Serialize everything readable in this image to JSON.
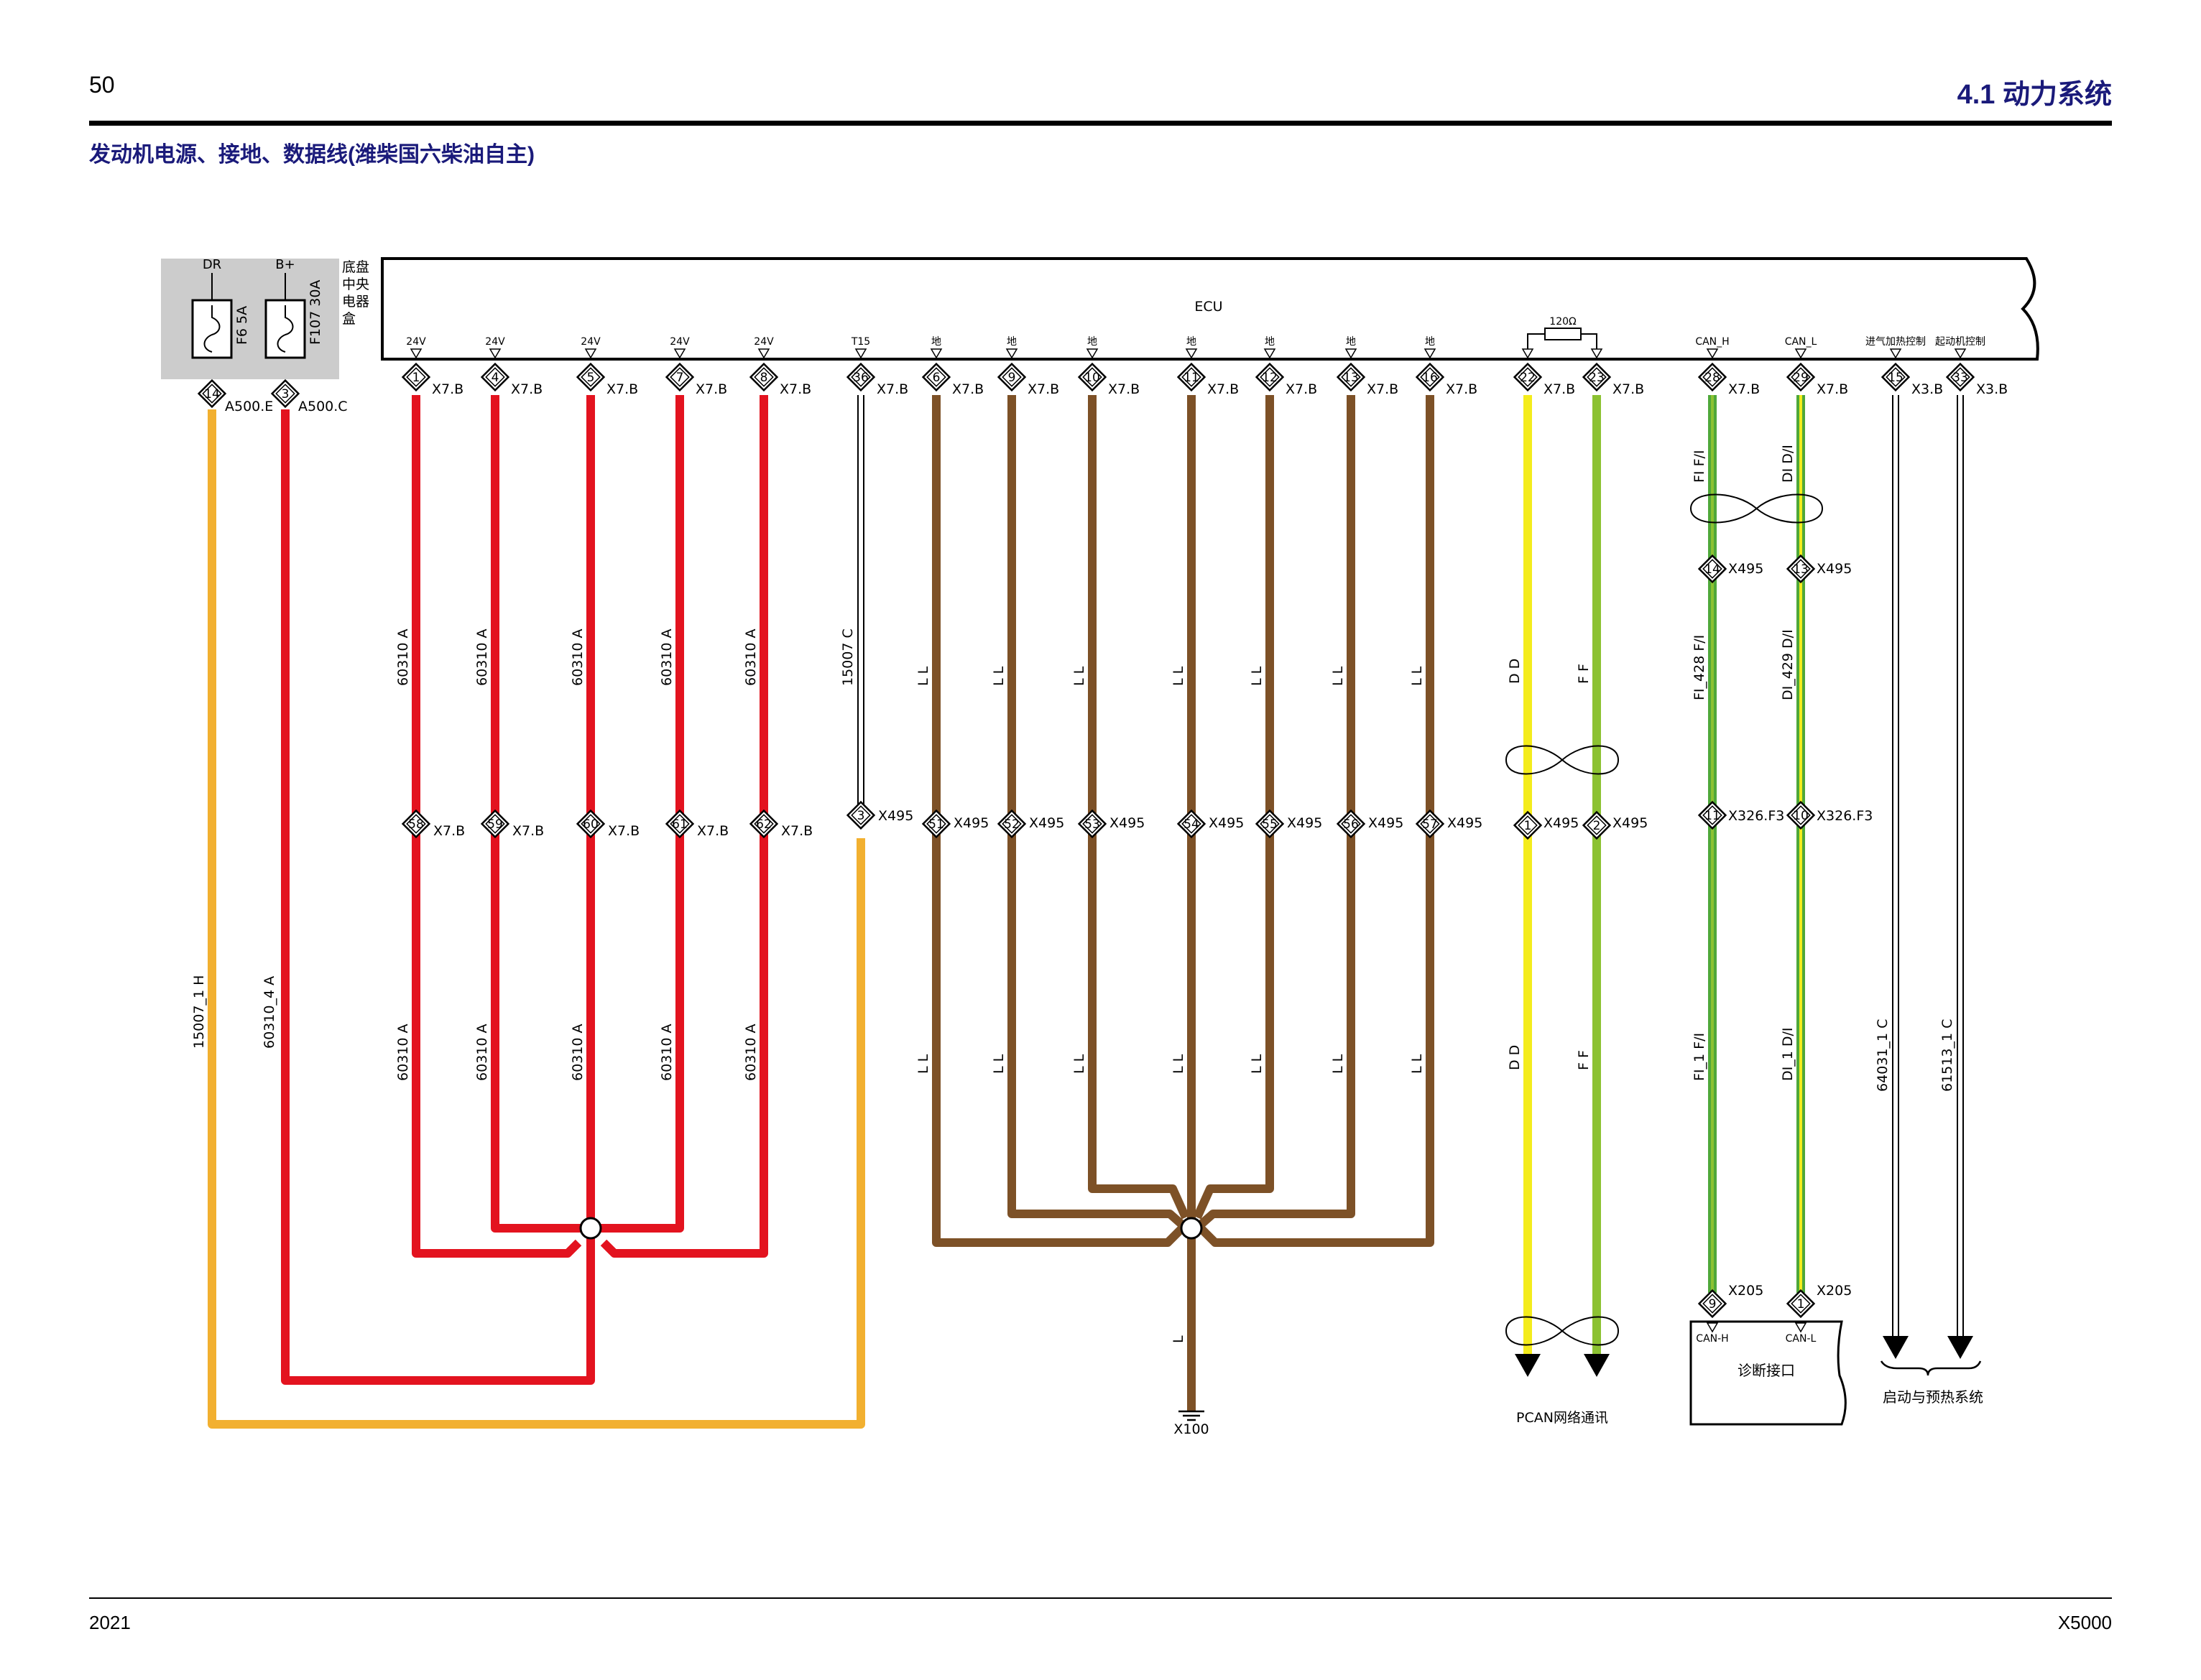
{
  "page": {
    "number": "50",
    "section": "4.1 动力系统",
    "diagram_title": "发动机电源、接地、数据线(潍柴国六柴油自主)",
    "footer_year": "2021",
    "footer_model": "X5000"
  },
  "colors": {
    "red": "#e3131f",
    "orange": "#f2b030",
    "brown": "#7d5127",
    "yellow": "#f4ec1c",
    "green": "#8cc232",
    "can_green": "#4fa83a",
    "gray_box": "#cccccc"
  },
  "fuse_box": {
    "label": "底盘中央电器盒",
    "fuses": [
      {
        "supply": "DR",
        "name": "F6 5A",
        "pin": "14",
        "connector": "A500.E"
      },
      {
        "supply": "B+",
        "name": "F107 30A",
        "pin": "3",
        "connector": "A500.C"
      }
    ]
  },
  "ecu": {
    "label": "ECU",
    "resistor": "120Ω",
    "pins": [
      {
        "fn": "24V",
        "pin": "1",
        "conn": "X7.B"
      },
      {
        "fn": "24V",
        "pin": "4",
        "conn": "X7.B"
      },
      {
        "fn": "24V",
        "pin": "5",
        "conn": "X7.B"
      },
      {
        "fn": "24V",
        "pin": "7",
        "conn": "X7.B"
      },
      {
        "fn": "24V",
        "pin": "8",
        "conn": "X7.B"
      },
      {
        "fn": "T15",
        "pin": "36",
        "conn": "X7.B"
      },
      {
        "fn": "地",
        "pin": "6",
        "conn": "X7.B"
      },
      {
        "fn": "地",
        "pin": "9",
        "conn": "X7.B"
      },
      {
        "fn": "地",
        "pin": "10",
        "conn": "X7.B"
      },
      {
        "fn": "地",
        "pin": "11",
        "conn": "X7.B"
      },
      {
        "fn": "地",
        "pin": "12",
        "conn": "X7.B"
      },
      {
        "fn": "地",
        "pin": "13",
        "conn": "X7.B"
      },
      {
        "fn": "地",
        "pin": "16",
        "conn": "X7.B"
      },
      {
        "fn": "",
        "pin": "22",
        "conn": "X7.B"
      },
      {
        "fn": "",
        "pin": "23",
        "conn": "X7.B"
      },
      {
        "fn": "CAN_H",
        "pin": "28",
        "conn": "X7.B"
      },
      {
        "fn": "CAN_L",
        "pin": "29",
        "conn": "X7.B"
      },
      {
        "fn": "进气加热控制",
        "pin": "15",
        "conn": "X3.B"
      },
      {
        "fn": "起动机控制",
        "pin": "33",
        "conn": "X3.B"
      }
    ]
  },
  "wires": {
    "fuse_left": "15007_1 H",
    "fuse_right": "60310_4 A",
    "power_upper": [
      "60310 A",
      "60310 A",
      "60310 A",
      "60310 A",
      "60310 A"
    ],
    "power_lower": [
      "60310 A",
      "60310 A",
      "60310 A",
      "60310 A",
      "60310 A"
    ],
    "t15_upper": "15007 C",
    "ground_upper": [
      "L L",
      "L L",
      "L L",
      "L L",
      "L L",
      "L L",
      "L L"
    ],
    "ground_lower": [
      "L L",
      "L L",
      "L L",
      "L L",
      "L L",
      "L L",
      "L L"
    ],
    "ground_trunk": "L",
    "pcan_upper": [
      "D D",
      "F F"
    ],
    "pcan_lower": [
      "D D",
      "F F"
    ],
    "can_top": [
      "FI F/I",
      "DI D/I"
    ],
    "can_mid": [
      "FI_428 F/I",
      "DI_429 D/I"
    ],
    "can_low": [
      "FI_1 F/I",
      "DI_1 D/I"
    ],
    "ctrl": [
      "64031_1 C",
      "61513_1 C"
    ]
  },
  "mid_connectors": {
    "power": [
      {
        "pin": "58",
        "conn": "X7.B"
      },
      {
        "pin": "59",
        "conn": "X7.B"
      },
      {
        "pin": "60",
        "conn": "X7.B"
      },
      {
        "pin": "61",
        "conn": "X7.B"
      },
      {
        "pin": "62",
        "conn": "X7.B"
      }
    ],
    "t15": {
      "pin": "3",
      "conn": "X495"
    },
    "ground": [
      {
        "pin": "51",
        "conn": "X495"
      },
      {
        "pin": "52",
        "conn": "X495"
      },
      {
        "pin": "53",
        "conn": "X495"
      },
      {
        "pin": "54",
        "conn": "X495"
      },
      {
        "pin": "55",
        "conn": "X495"
      },
      {
        "pin": "56",
        "conn": "X495"
      },
      {
        "pin": "57",
        "conn": "X495"
      }
    ],
    "pcan": [
      {
        "pin": "1",
        "conn": "X495"
      },
      {
        "pin": "2",
        "conn": "X495"
      }
    ],
    "can_upper": [
      {
        "pin": "14",
        "conn": "X495"
      },
      {
        "pin": "13",
        "conn": "X495"
      }
    ],
    "can_lower": [
      {
        "pin": "11",
        "conn": "X326.F3"
      },
      {
        "pin": "10",
        "conn": "X326.F3"
      }
    ],
    "diag": [
      {
        "pin": "9",
        "conn": "X205",
        "label": "CAN-H"
      },
      {
        "pin": "1",
        "conn": "X205",
        "label": "CAN-L"
      }
    ]
  },
  "ground_point": "X100",
  "destinations": {
    "pcan": "PCAN网络通讯",
    "diag": "诊断接口",
    "start": "启动与预热系统"
  }
}
